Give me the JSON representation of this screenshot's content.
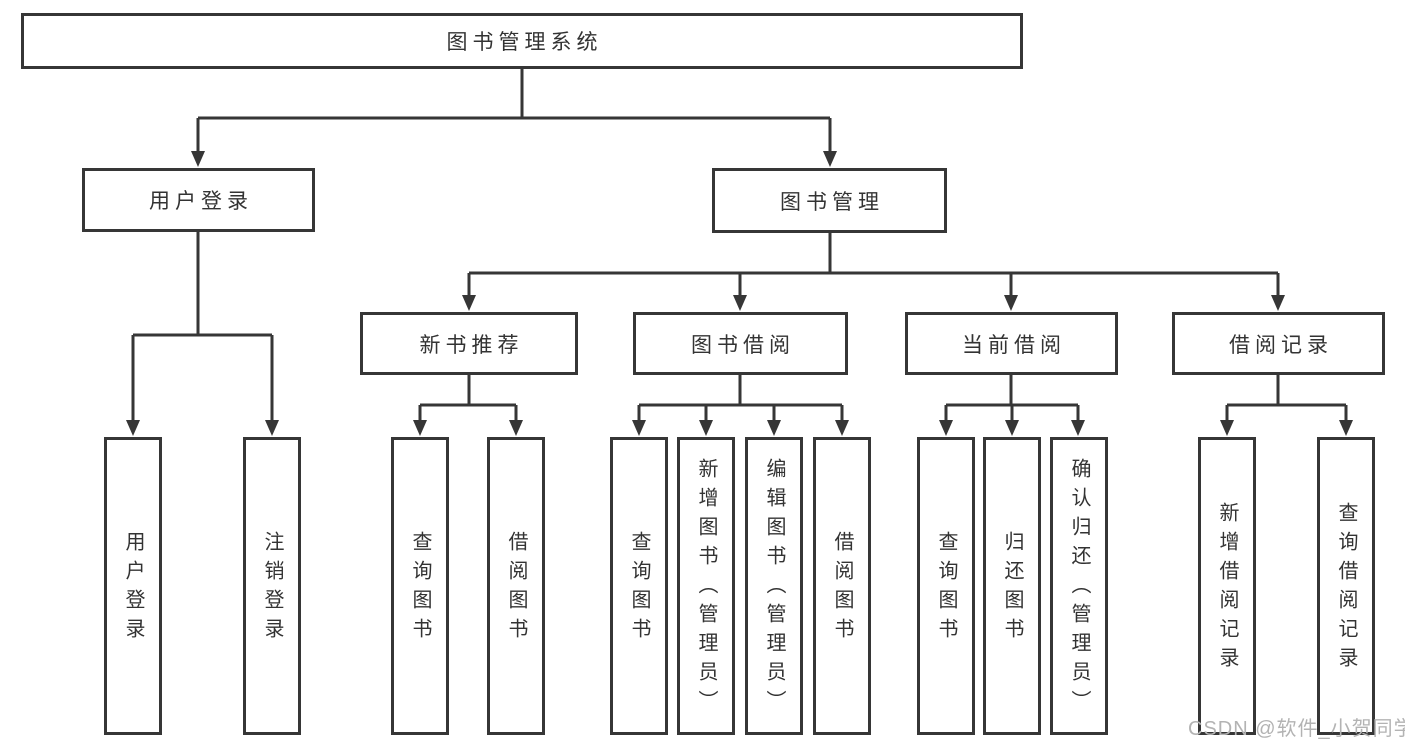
{
  "diagram": {
    "title": "图书管理系统",
    "watermark": "CSDN @软件_小贺同学",
    "colors": {
      "line": "#363636",
      "text": "#333333",
      "background": "#ffffff",
      "watermark": "#b3b3b3"
    },
    "tree": {
      "label": "图书管理系统",
      "children": [
        {
          "label": "用户登录",
          "children": [
            {
              "label": "用户登录"
            },
            {
              "label": "注销登录"
            }
          ]
        },
        {
          "label": "图书管理",
          "children": [
            {
              "label": "新书推荐",
              "children": [
                {
                  "label": "查询图书"
                },
                {
                  "label": "借阅图书"
                }
              ]
            },
            {
              "label": "图书借阅",
              "children": [
                {
                  "label": "查询图书"
                },
                {
                  "label": "新增图书（管理员）"
                },
                {
                  "label": "编辑图书（管理员）"
                },
                {
                  "label": "借阅图书"
                }
              ]
            },
            {
              "label": "当前借阅",
              "children": [
                {
                  "label": "查询图书"
                },
                {
                  "label": "归还图书"
                },
                {
                  "label": "确认归还（管理员）"
                }
              ]
            },
            {
              "label": "借阅记录",
              "children": [
                {
                  "label": "新增借阅记录"
                },
                {
                  "label": "查询借阅记录"
                }
              ]
            }
          ]
        }
      ]
    }
  }
}
